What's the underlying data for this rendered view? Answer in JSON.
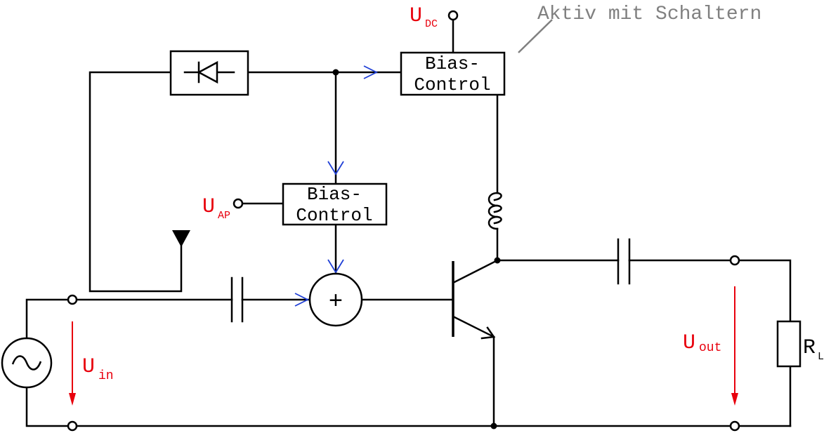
{
  "bias_control_top": {
    "line1": "Bias-",
    "line2": "Control"
  },
  "bias_control_mid": {
    "line1": "Bias-",
    "line2": "Control"
  },
  "annotation": "Aktiv mit Schaltern",
  "labels": {
    "udc_main": "U",
    "udc_sub": "DC",
    "uap_main": "U",
    "uap_sub": "AP",
    "uin_main": "U",
    "uin_sub": "in",
    "uout_main": "U",
    "uout_sub": "out",
    "rl_main": "R",
    "rl_sub": "L"
  },
  "symbols": {
    "adder": "+",
    "source": "~"
  },
  "colors": {
    "signal_arrows": "#1f3fd6",
    "voltage_labels": "#e8000d",
    "annotation": "#808080"
  }
}
